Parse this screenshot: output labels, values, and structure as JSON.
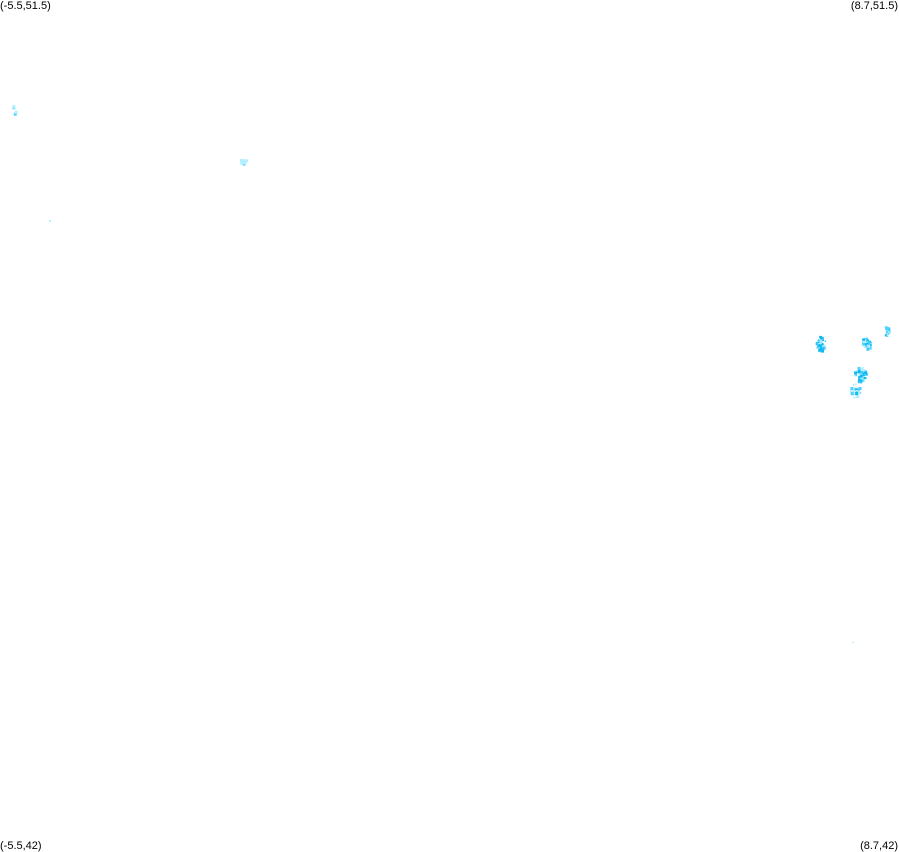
{
  "map": {
    "bounds": {
      "lon_min": -5.5,
      "lon_max": 8.7,
      "lat_min": 42,
      "lat_max": 51.5
    },
    "corner_labels": {
      "top_left": "(-5.5,51.5)",
      "top_right": "(8.7,51.5)",
      "bottom_left": "(-5.5,42)",
      "bottom_right": "(8.7,42)"
    },
    "colors": {
      "background": "#ffffff",
      "label_text": "#000000",
      "cell_light": "#b3efff",
      "cell_mid": "#4fd2ff",
      "cell_dark": "#12b8f0"
    },
    "clusters": [
      {
        "lon": -5.27,
        "lat": 50.27,
        "spread": 0.05,
        "count": 6,
        "intensity": "light"
      },
      {
        "lon": -1.64,
        "lat": 49.7,
        "spread": 0.05,
        "count": 7,
        "intensity": "light"
      },
      {
        "lon": -4.71,
        "lat": 49.03,
        "spread": 0.01,
        "count": 1,
        "intensity": "light"
      },
      {
        "lon": 7.48,
        "lat": 47.66,
        "spread": 0.08,
        "count": 60,
        "intensity": "dark"
      },
      {
        "lon": 8.19,
        "lat": 47.66,
        "spread": 0.07,
        "count": 35,
        "intensity": "mid"
      },
      {
        "lon": 8.52,
        "lat": 47.79,
        "spread": 0.06,
        "count": 18,
        "intensity": "mid"
      },
      {
        "lon": 8.1,
        "lat": 47.32,
        "spread": 0.09,
        "count": 55,
        "intensity": "dark"
      },
      {
        "lon": 8.02,
        "lat": 47.14,
        "spread": 0.08,
        "count": 30,
        "intensity": "mid"
      },
      {
        "lon": 7.97,
        "lat": 44.33,
        "spread": 0.01,
        "count": 1,
        "intensity": "mid"
      }
    ]
  }
}
